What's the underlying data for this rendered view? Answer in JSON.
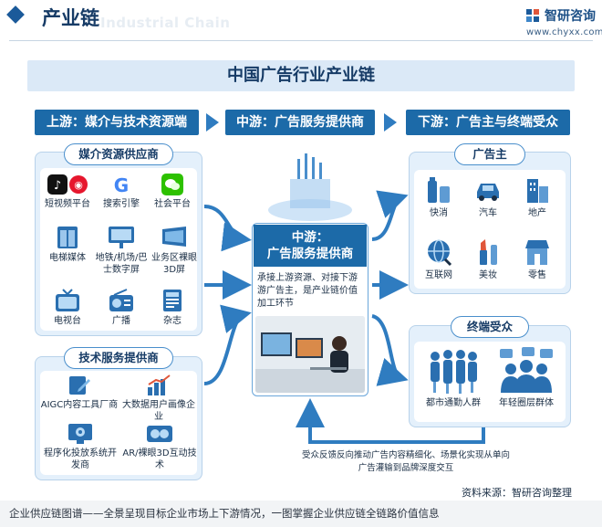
{
  "header": {
    "title": "产业链",
    "ghost_text": "Industrial Chain",
    "logo_name": "智研咨询",
    "logo_url": "www.chyxx.com"
  },
  "diagram_title": "中国广告行业产业链",
  "stages": {
    "upstream": "上游：媒介与技术资源端",
    "midstream": "中游：广告服务提供商",
    "downstream": "下游：广告主与终端受众"
  },
  "media_panel": {
    "title": "媒介资源供应商",
    "items": [
      {
        "label": "短视频平台",
        "icon": "short-video-icon"
      },
      {
        "label": "搜索引擎",
        "icon": "search-engine-icon"
      },
      {
        "label": "社会平台",
        "icon": "social-platform-icon"
      },
      {
        "label": "电梯媒体",
        "icon": "elevator-icon"
      },
      {
        "label": "地铁/机场/巴士数字屏",
        "icon": "digital-screen-icon"
      },
      {
        "label": "业务区裸眼3D屏",
        "icon": "3d-screen-icon"
      },
      {
        "label": "电视台",
        "icon": "tv-icon"
      },
      {
        "label": "广播",
        "icon": "radio-icon"
      },
      {
        "label": "杂志",
        "icon": "magazine-icon"
      }
    ]
  },
  "tech_panel": {
    "title": "技术服务提供商",
    "items": [
      {
        "label": "AIGC内容工具厂商",
        "icon": "aigc-icon"
      },
      {
        "label": "大数据用户画像企业",
        "icon": "big-data-icon"
      },
      {
        "label": "程序化投放系统开发商",
        "icon": "programmatic-icon"
      },
      {
        "label": "AR/裸眼3D互动技术",
        "icon": "ar-3d-icon"
      }
    ]
  },
  "center": {
    "title_line1": "中游：",
    "title_line2": "广告服务提供商",
    "description": "承接上游资源、对接下游游广告主，是产业链价值加工环节"
  },
  "advertiser_panel": {
    "title": "广告主",
    "items": [
      {
        "label": "快消",
        "icon": "fmcg-icon"
      },
      {
        "label": "汽车",
        "icon": "car-icon"
      },
      {
        "label": "地产",
        "icon": "building-icon"
      },
      {
        "label": "互联网",
        "icon": "internet-icon"
      },
      {
        "label": "美妆",
        "icon": "cosmetics-icon"
      },
      {
        "label": "零售",
        "icon": "store-icon"
      }
    ]
  },
  "audience_panel": {
    "title": "终端受众",
    "items": [
      {
        "label": "都市通勤人群",
        "icon": "commuters-icon"
      },
      {
        "label": "年轻圈层群体",
        "icon": "young-group-icon"
      }
    ]
  },
  "feedback_text": "受众反馈反向推动广告内容精细化、场景化实现从单向广告灌输到品牌深度交互",
  "source_text": "资料来源：智研咨询整理",
  "footer_text": "企业供应链图谱——全景呈现目标企业市场上下游情况，一图掌握企业供应链全链路价值信息",
  "colors": {
    "primary": "#1c6aa8",
    "panel_bg": "#e4f0fb",
    "arrow": "#2f7cc0",
    "title": "#163b66"
  }
}
